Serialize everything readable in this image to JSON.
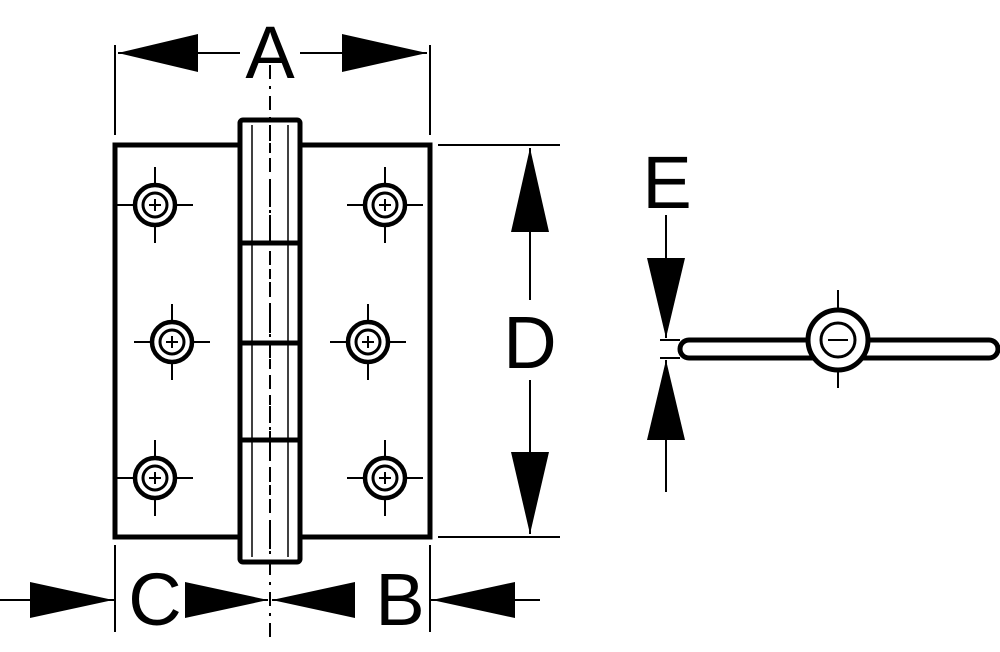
{
  "diagram": {
    "labels": {
      "a": "A",
      "b": "B",
      "c": "C",
      "d": "D",
      "e": "E"
    },
    "colors": {
      "line": "#000000",
      "background": "#ffffff"
    },
    "screw_hole_count": 6,
    "knuckle_segments": 4
  }
}
